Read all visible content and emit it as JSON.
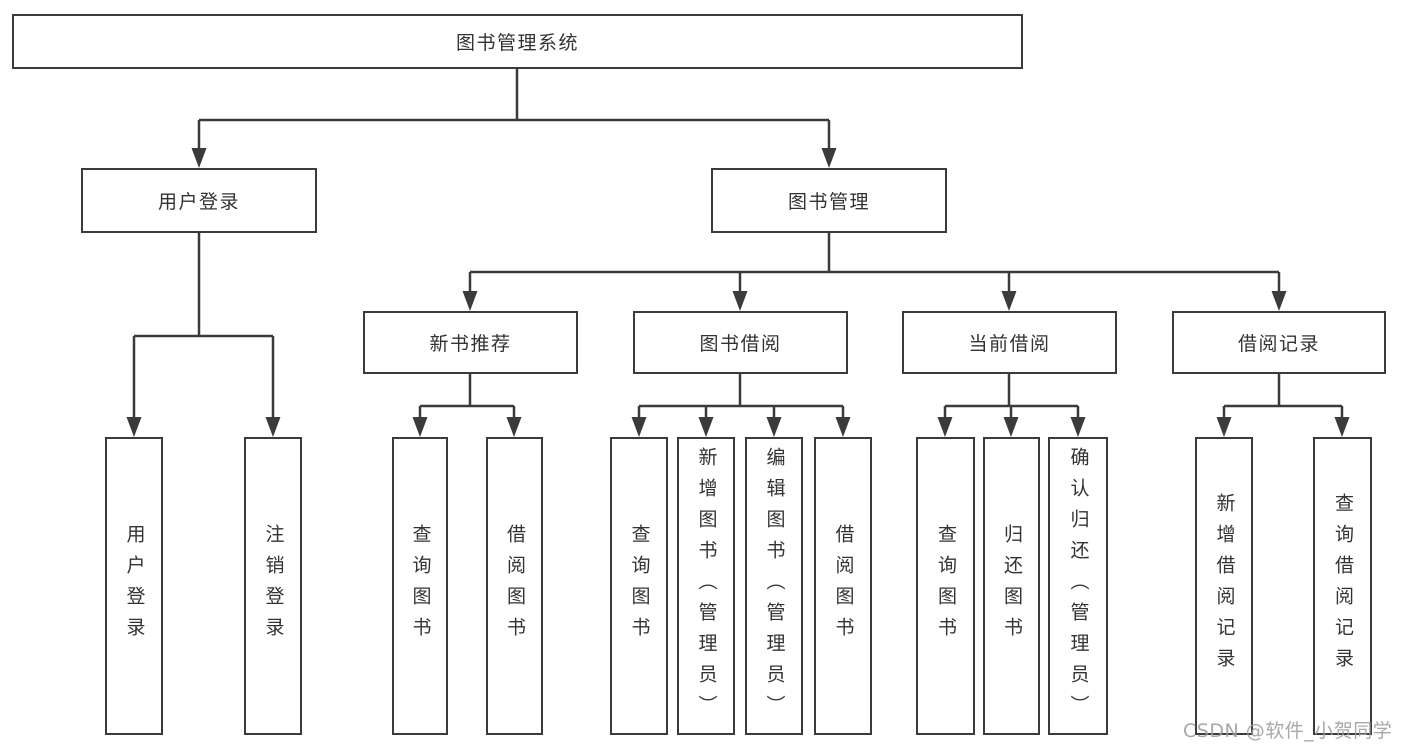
{
  "tree": {
    "label": "图书管理系统",
    "children": [
      {
        "label": "用户登录",
        "children": [
          {
            "label": "用户登录"
          },
          {
            "label": "注销登录"
          }
        ]
      },
      {
        "label": "图书管理",
        "children": [
          {
            "label": "新书推荐",
            "children": [
              {
                "label": "查询图书"
              },
              {
                "label": "借阅图书"
              }
            ]
          },
          {
            "label": "图书借阅",
            "children": [
              {
                "label": "查询图书"
              },
              {
                "label": "新增图书（管理员）"
              },
              {
                "label": "编辑图书（管理员）"
              },
              {
                "label": "借阅图书"
              }
            ]
          },
          {
            "label": "当前借阅",
            "children": [
              {
                "label": "查询图书"
              },
              {
                "label": "归还图书"
              },
              {
                "label": "确认归还（管理员）"
              }
            ]
          },
          {
            "label": "借阅记录",
            "children": [
              {
                "label": "新增借阅记录"
              },
              {
                "label": "查询借阅记录"
              }
            ]
          }
        ]
      }
    ]
  },
  "watermark": {
    "text": "CSDN @软件_小贺同学"
  },
  "colors": {
    "line": "#3b3b3b",
    "text": "#333333",
    "background": "#ffffff",
    "watermark": "#9e9e9e"
  }
}
